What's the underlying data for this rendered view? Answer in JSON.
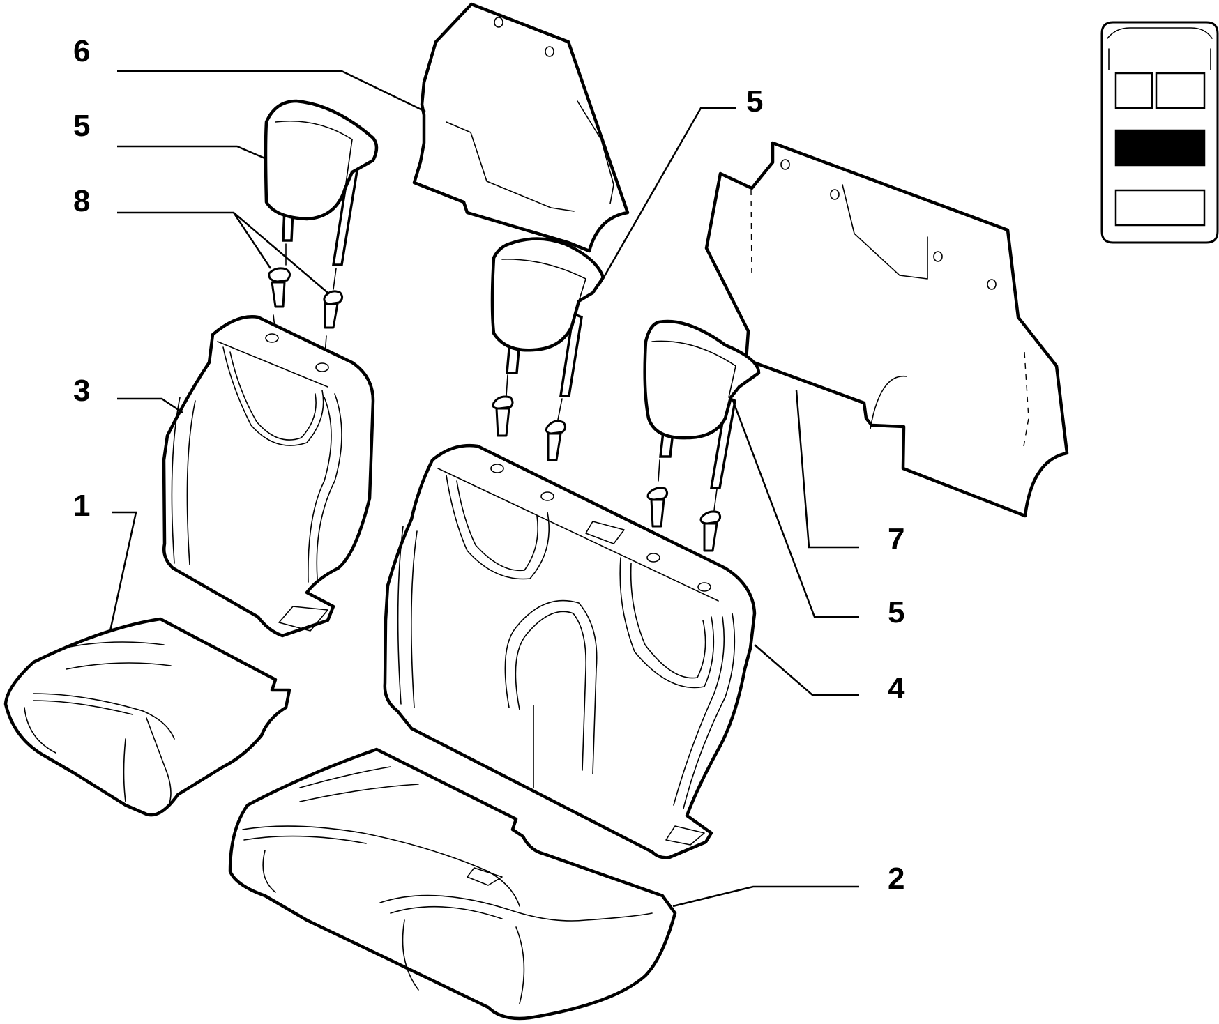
{
  "callouts": {
    "c6": "6",
    "c5_left_headrest": "5",
    "c8": "8",
    "c3": "3",
    "c1": "1",
    "c5_center_headrest": "5",
    "c7": "7",
    "c5_right_headrest": "5",
    "c4": "4",
    "c2": "2"
  },
  "colors": {
    "line": "#000000",
    "fill": "#ffffff",
    "selected_zone": "#000000"
  },
  "locator": {
    "icon": "vehicle-top-view-icon",
    "highlighted_zone": "middle-row"
  }
}
